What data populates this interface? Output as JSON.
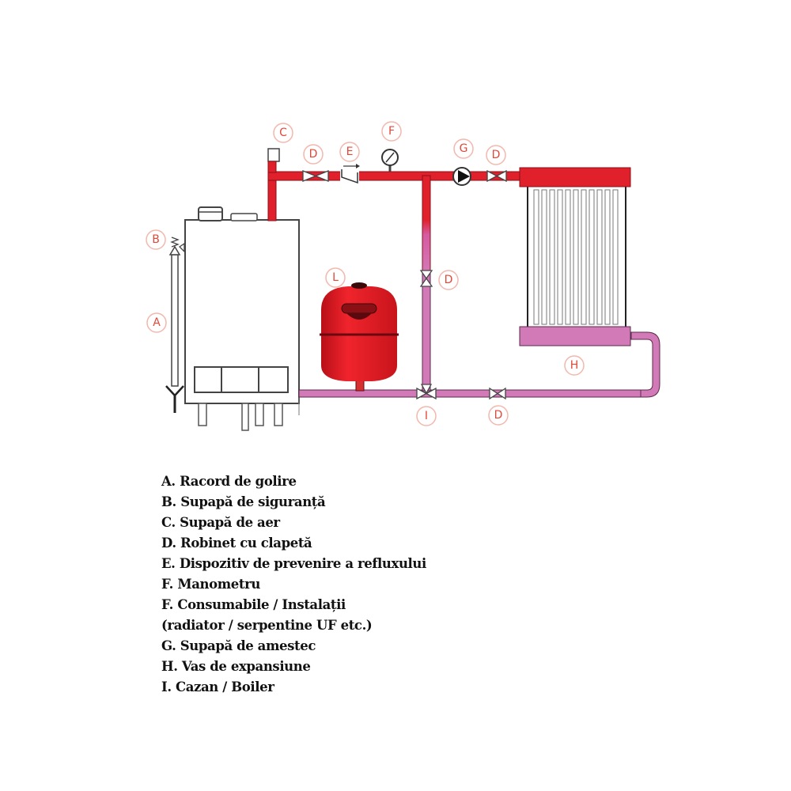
{
  "diagram": {
    "colors": {
      "hot_pipe": "#e0202a",
      "return_pipe": "#d27ab8",
      "label": "#e0483a",
      "label_circle": "#f2b8ae"
    },
    "callouts": {
      "A": "A",
      "B": "B",
      "C": "C",
      "D": "D",
      "E": "E",
      "F": "F",
      "G": "G",
      "H": "H",
      "I": "I",
      "L": "L"
    }
  },
  "legend": {
    "items": [
      "A. Racord de golire",
      "B. Supapă de siguranță",
      "C. Supapă de aer",
      "D. Robinet cu clapetă",
      "E. Dispozitiv de prevenire a refluxului",
      "F.  Manometru",
      "F. Consumabile / Instalații",
      "(radiator / serpentine UF etc.)",
      "G.  Supapă de amestec",
      "H.  Vas de expansiune",
      "I.  Cazan / Boiler"
    ]
  }
}
